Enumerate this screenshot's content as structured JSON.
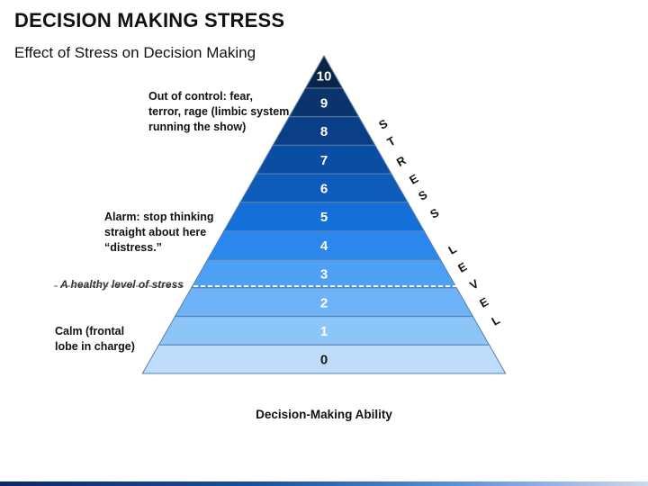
{
  "title": "DECISION MAKING STRESS",
  "subtitle": "Effect of Stress on Decision Making",
  "levels": [
    {
      "label": "0",
      "color": "#bfdcfb"
    },
    {
      "label": "1",
      "color": "#8cc6f9"
    },
    {
      "label": "2",
      "color": "#6fb3f7"
    },
    {
      "label": "3",
      "color": "#4ea0f4"
    },
    {
      "label": "4",
      "color": "#2b86ee"
    },
    {
      "label": "5",
      "color": "#1470d8"
    },
    {
      "label": "6",
      "color": "#0d5cbc"
    },
    {
      "label": "7",
      "color": "#0a4ea3"
    },
    {
      "label": "8",
      "color": "#0a3f87"
    },
    {
      "label": "9",
      "color": "#0b346e"
    },
    {
      "label": "10",
      "color": "#0a2548"
    }
  ],
  "notes": {
    "out_of_control": [
      "Out of control: fear,",
      "terror, rage (limbic system",
      "running the show)"
    ],
    "alarm": [
      "Alarm: stop thinking",
      "straight about here",
      "“distress.”"
    ],
    "calm": [
      "Calm (frontal",
      "lobe in charge)"
    ]
  },
  "healthy_level": "A healthy level of stress",
  "x_axis_label": "Decision-Making Ability",
  "side_axis_letters": [
    "S",
    "T",
    "R",
    "E",
    "S",
    "S",
    "L",
    "E",
    "V",
    "E",
    "L"
  ]
}
